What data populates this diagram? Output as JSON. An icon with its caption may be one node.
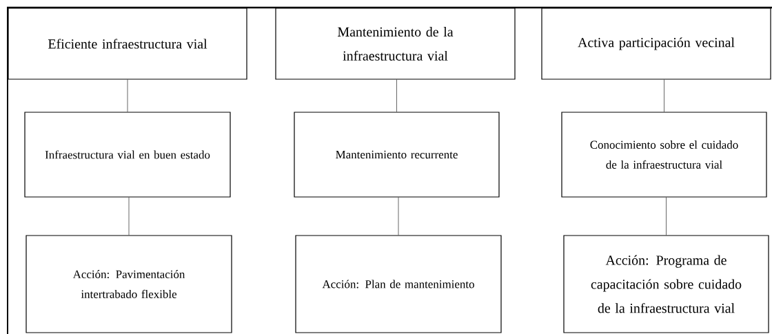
{
  "diagram": {
    "nodes": [
      {
        "text": [
          "Eficiente infraestructura vial"
        ]
      },
      {
        "text": [
          "Mantenimiento de la infraestructura vial"
        ]
      },
      {
        "text": [
          "Activa participación vecinal"
        ]
      },
      {
        "text": [
          "Infraestructura vial en buen estado"
        ]
      },
      {
        "text": [
          "Mantenimiento recurrente"
        ]
      },
      {
        "text": [
          "Conocimiento sobre el cuidado de la infraestructura vial"
        ]
      },
      {
        "text": [
          "Acción: Pavimentación intertrabado flexible"
        ]
      },
      {
        "text": [
          "Acción: Plan de mantenimiento"
        ]
      },
      {
        "text": [
          "Acción: Programa de capacitación sobre cuidado de la infraestructura vial"
        ]
      }
    ],
    "edges": [
      {
        "from": 0,
        "to": 3,
        "arrow": "none"
      },
      {
        "from": 3,
        "to": 6,
        "arrow": "none"
      },
      {
        "from": 1,
        "to": 4,
        "arrow": "none"
      },
      {
        "from": 4,
        "to": 7,
        "arrow": "none"
      },
      {
        "from": 2,
        "to": 5,
        "arrow": "none"
      },
      {
        "from": 5,
        "to": 8,
        "arrow": "none"
      }
    ]
  }
}
